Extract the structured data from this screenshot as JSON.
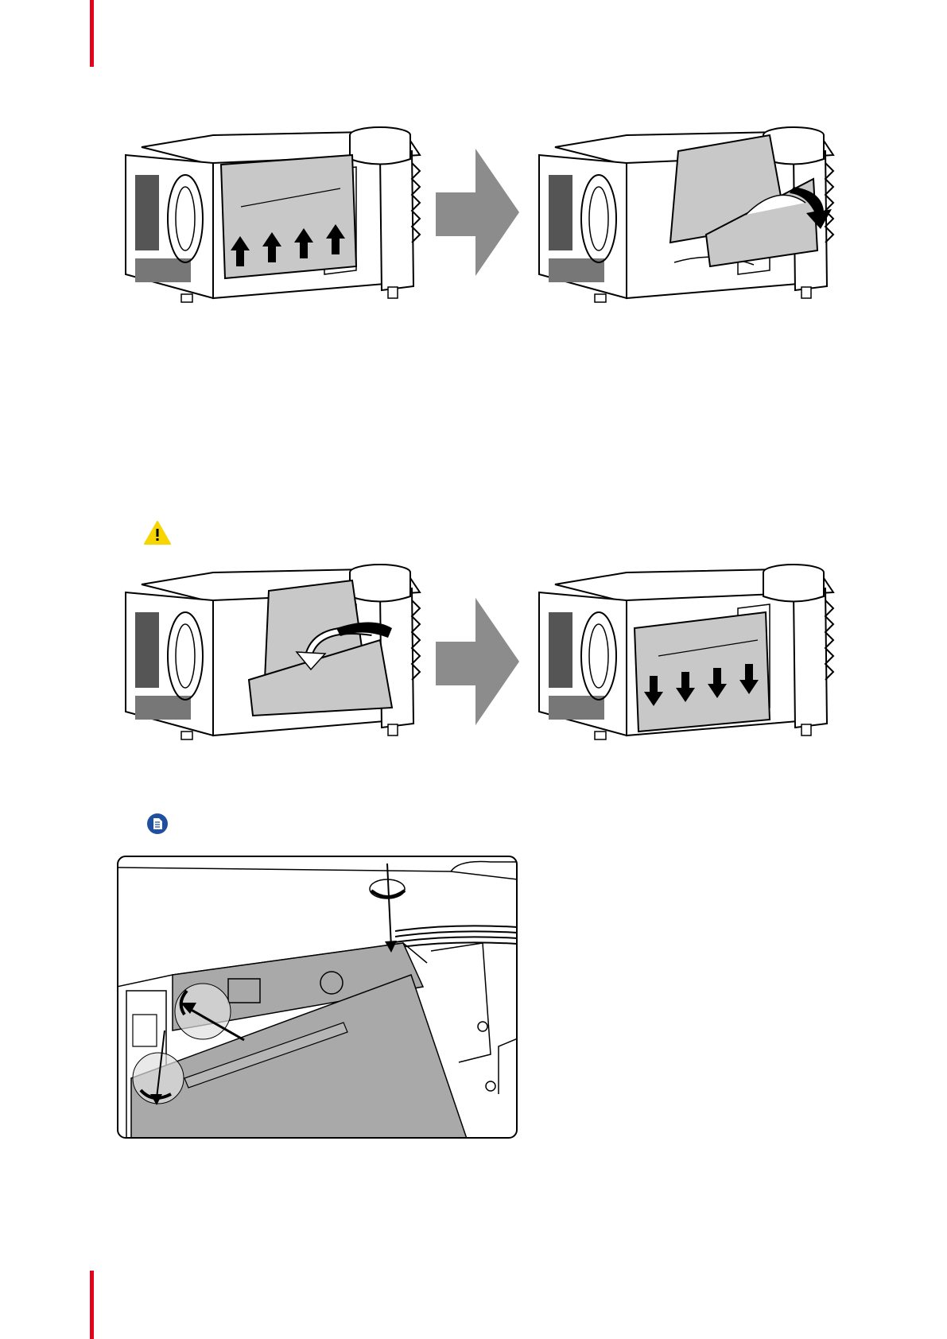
{
  "page": {
    "accent_color": "#e3001b"
  },
  "icons": {
    "warning": "warning-triangle-icon",
    "note": "note-document-icon"
  },
  "figures": {
    "step1": {
      "left_image": "projector-cover-slide-up",
      "arrow": "step-arrow",
      "right_image": "projector-cover-tilt-out"
    },
    "step2": {
      "left_image": "projector-cover-tilt-in",
      "arrow": "step-arrow",
      "right_image": "projector-cover-slide-down"
    },
    "detail": "cover-fixing-screws-detail"
  }
}
